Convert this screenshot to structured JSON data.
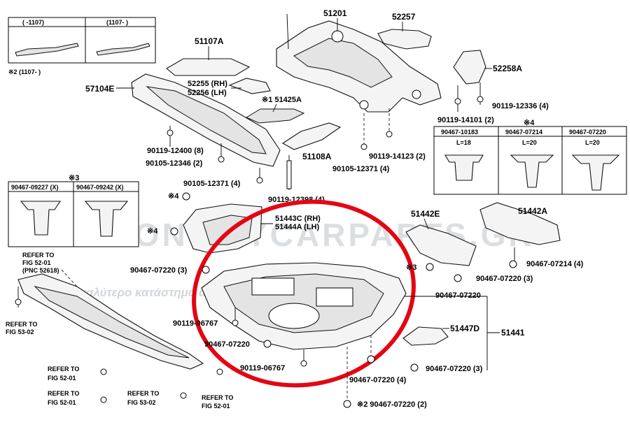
{
  "watermark": {
    "line1": "ECONOMYCARPARTS.GR",
    "line2": "μεγαλύτερο κατάστημα ανταλλακτικών"
  },
  "inset_top_left": {
    "col1": "( -1107)",
    "col2": "(1107- )",
    "note": "※2 (1107- )"
  },
  "clip_table_left": {
    "marker": "※3",
    "headers": [
      "90467-09227 (X)",
      "90467-09242 (X)"
    ]
  },
  "clip_table_right": {
    "marker": "※4",
    "headers": [
      "90467-10183",
      "90467-07214",
      "90467-07220"
    ],
    "lengths": [
      "L=18",
      "L=20",
      "L=20"
    ]
  },
  "labels": {
    "p51201": "51201",
    "p52257": "52257",
    "p51107a": "51107A",
    "p52258a": "52258A",
    "p57104e": "57104E",
    "p52255": "52255 (RH)",
    "p52256": "52256 (LH)",
    "p51425a": "※1 51425A",
    "p90119_14101": "90119-14101 (2)",
    "p90119_12336": "90119-12336 (4)",
    "p90119_12400": "90119-12400 (8)",
    "p90105_12346": "90105-12346 (2)",
    "p51108a": "51108A",
    "p90119_14123": "90119-14123 (2)",
    "p90105_12371a": "90105-12371 (4)",
    "p90105_12371b": "90105-12371 (4)",
    "p90119_12398": "90119-12398 (4)",
    "p51442e": "51442E",
    "p51442a": "51442A",
    "x4a": "※4",
    "x4b": "※4",
    "p51443c": "51443C (RH)",
    "p51444a": "51444A (LH)",
    "refer1": "REFER TO",
    "refer1b": "FIG 52-01",
    "refer1c": "(PNC 52618)",
    "p90467_07220a": "90467-07220 (3)",
    "x3": "※3",
    "p90467_07220b": "90467-07220 (3)",
    "p90467_07214": "90467-07214 (4)",
    "p90467_07220c": "90467-07220",
    "p51441": "51441",
    "refer2": "REFER TO",
    "refer2b": "FIG 53-02",
    "p90119_06767a": "90119-06767",
    "p51447d": "51447D",
    "p90467_07220d": "90467-07220",
    "p90119_06767b": "90119-06767",
    "p90467_07220e": "90467-07220 (3)",
    "p90467_07220f": "90467-07220 (4)",
    "refer3": "REFER TO",
    "refer3b": "FIG 52-01",
    "refer4": "REFER TO",
    "refer4b": "FIG 52-01",
    "refer5": "REFER TO",
    "refer5b": "FIG 53-02",
    "refer6": "REFER TO",
    "refer6b": "FIG 52-01",
    "p90467_07220g": "※2 90467-07220 (2)"
  }
}
